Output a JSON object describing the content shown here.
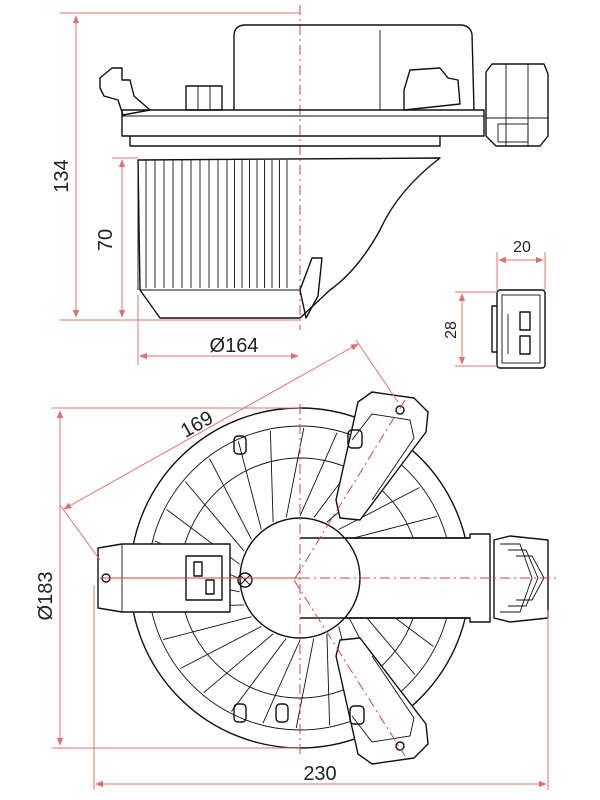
{
  "dimensions": {
    "total_height": "134",
    "motor_height": "70",
    "impeller_diameter": "Ø164",
    "connector_width": "20",
    "connector_height": "28",
    "diagonal_size": "169",
    "housing_diameter": "Ø183",
    "overall_width": "230"
  },
  "colors": {
    "outline": "#111111",
    "dimension_line": "#e07070",
    "center_line": "#d04040"
  }
}
